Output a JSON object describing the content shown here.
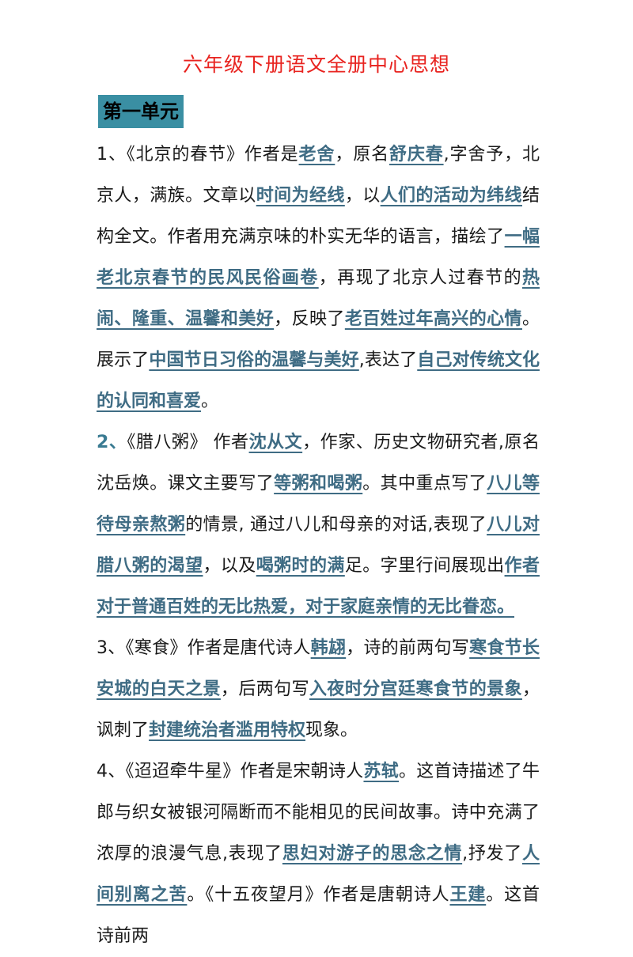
{
  "title": "六年级下册语文全册中心思想",
  "unit": "第一单元",
  "paragraphs": [
    {
      "segments": [
        {
          "t": "1、《北京的春节》作者是",
          "h": false
        },
        {
          "t": "老舍",
          "h": true
        },
        {
          "t": "，原名",
          "h": false
        },
        {
          "t": "舒庆春",
          "h": true
        },
        {
          "t": ",字舍予，北京人，满族。文章以",
          "h": false
        },
        {
          "t": "时间为经线",
          "h": true
        },
        {
          "t": "，以",
          "h": false
        },
        {
          "t": "人们的活动为纬线",
          "h": true
        },
        {
          "t": "结构全文。作者用充满京味的朴实无华的语言，描绘了",
          "h": false
        },
        {
          "t": "一幅老北京春节的民风民俗画卷",
          "h": true
        },
        {
          "t": "，再现了北京人过春节的",
          "h": false
        },
        {
          "t": "热闹、隆重、温馨和美好",
          "h": true
        },
        {
          "t": "，反映了",
          "h": false
        },
        {
          "t": "老百姓过年高兴的心情",
          "h": true
        },
        {
          "t": "。展示了",
          "h": false
        },
        {
          "t": "中国节日习俗的温馨与美好",
          "h": true
        },
        {
          "t": ",表达了",
          "h": false
        },
        {
          "t": "自己对传统文化的认同和喜爱",
          "h": true
        },
        {
          "t": "。",
          "h": false
        }
      ]
    },
    {
      "segments": [
        {
          "t": "2、",
          "h": false,
          "b": true
        },
        {
          "t": "《腊八粥》 作者",
          "h": false
        },
        {
          "t": "沈从文",
          "h": true
        },
        {
          "t": "，作家、历史文物研究者,原名沈岳焕。课文主要写了",
          "h": false
        },
        {
          "t": "等粥和喝粥",
          "h": true
        },
        {
          "t": "。其中重点写了",
          "h": false
        },
        {
          "t": "八儿等待母亲熬粥",
          "h": true
        },
        {
          "t": "的情景, 通过八儿和母亲的对话,表现了",
          "h": false
        },
        {
          "t": "八儿对腊八粥的渴望",
          "h": true
        },
        {
          "t": "，以及",
          "h": false
        },
        {
          "t": "喝粥时的满",
          "h": true
        },
        {
          "t": "足。字里行间展现出",
          "h": false
        },
        {
          "t": "作者对于普通百姓的无比热爱，对于家庭亲情的无比眷恋。",
          "h": true
        }
      ]
    },
    {
      "segments": [
        {
          "t": "3、《寒食》作者是唐代诗人",
          "h": false
        },
        {
          "t": "韩翃",
          "h": true
        },
        {
          "t": "，诗的前两句写",
          "h": false
        },
        {
          "t": "寒食节长安城的白天之景",
          "h": true
        },
        {
          "t": "，后两句写",
          "h": false
        },
        {
          "t": "入夜时分宫廷寒食节的景象",
          "h": true
        },
        {
          "t": "，讽刺了",
          "h": false
        },
        {
          "t": "封建统治者滥用特权",
          "h": true
        },
        {
          "t": "现象。",
          "h": false
        }
      ]
    },
    {
      "segments": [
        {
          "t": "4、《迢迢牵牛星》作者是宋朝诗人",
          "h": false
        },
        {
          "t": "苏轼",
          "h": true
        },
        {
          "t": "。这首诗描述了牛郎与织女被银河隔断而不能相见的民间故事。诗中充满了浓厚的浪漫气息,表现了",
          "h": false
        },
        {
          "t": "思妇对游子的思念之情",
          "h": true
        },
        {
          "t": ",抒发了",
          "h": false
        },
        {
          "t": "人间别离之苦",
          "h": true
        },
        {
          "t": "。《十五夜望月》作者是唐朝诗人",
          "h": false
        },
        {
          "t": "王建",
          "h": true
        },
        {
          "t": "。这首诗前两",
          "h": false
        }
      ]
    }
  ]
}
